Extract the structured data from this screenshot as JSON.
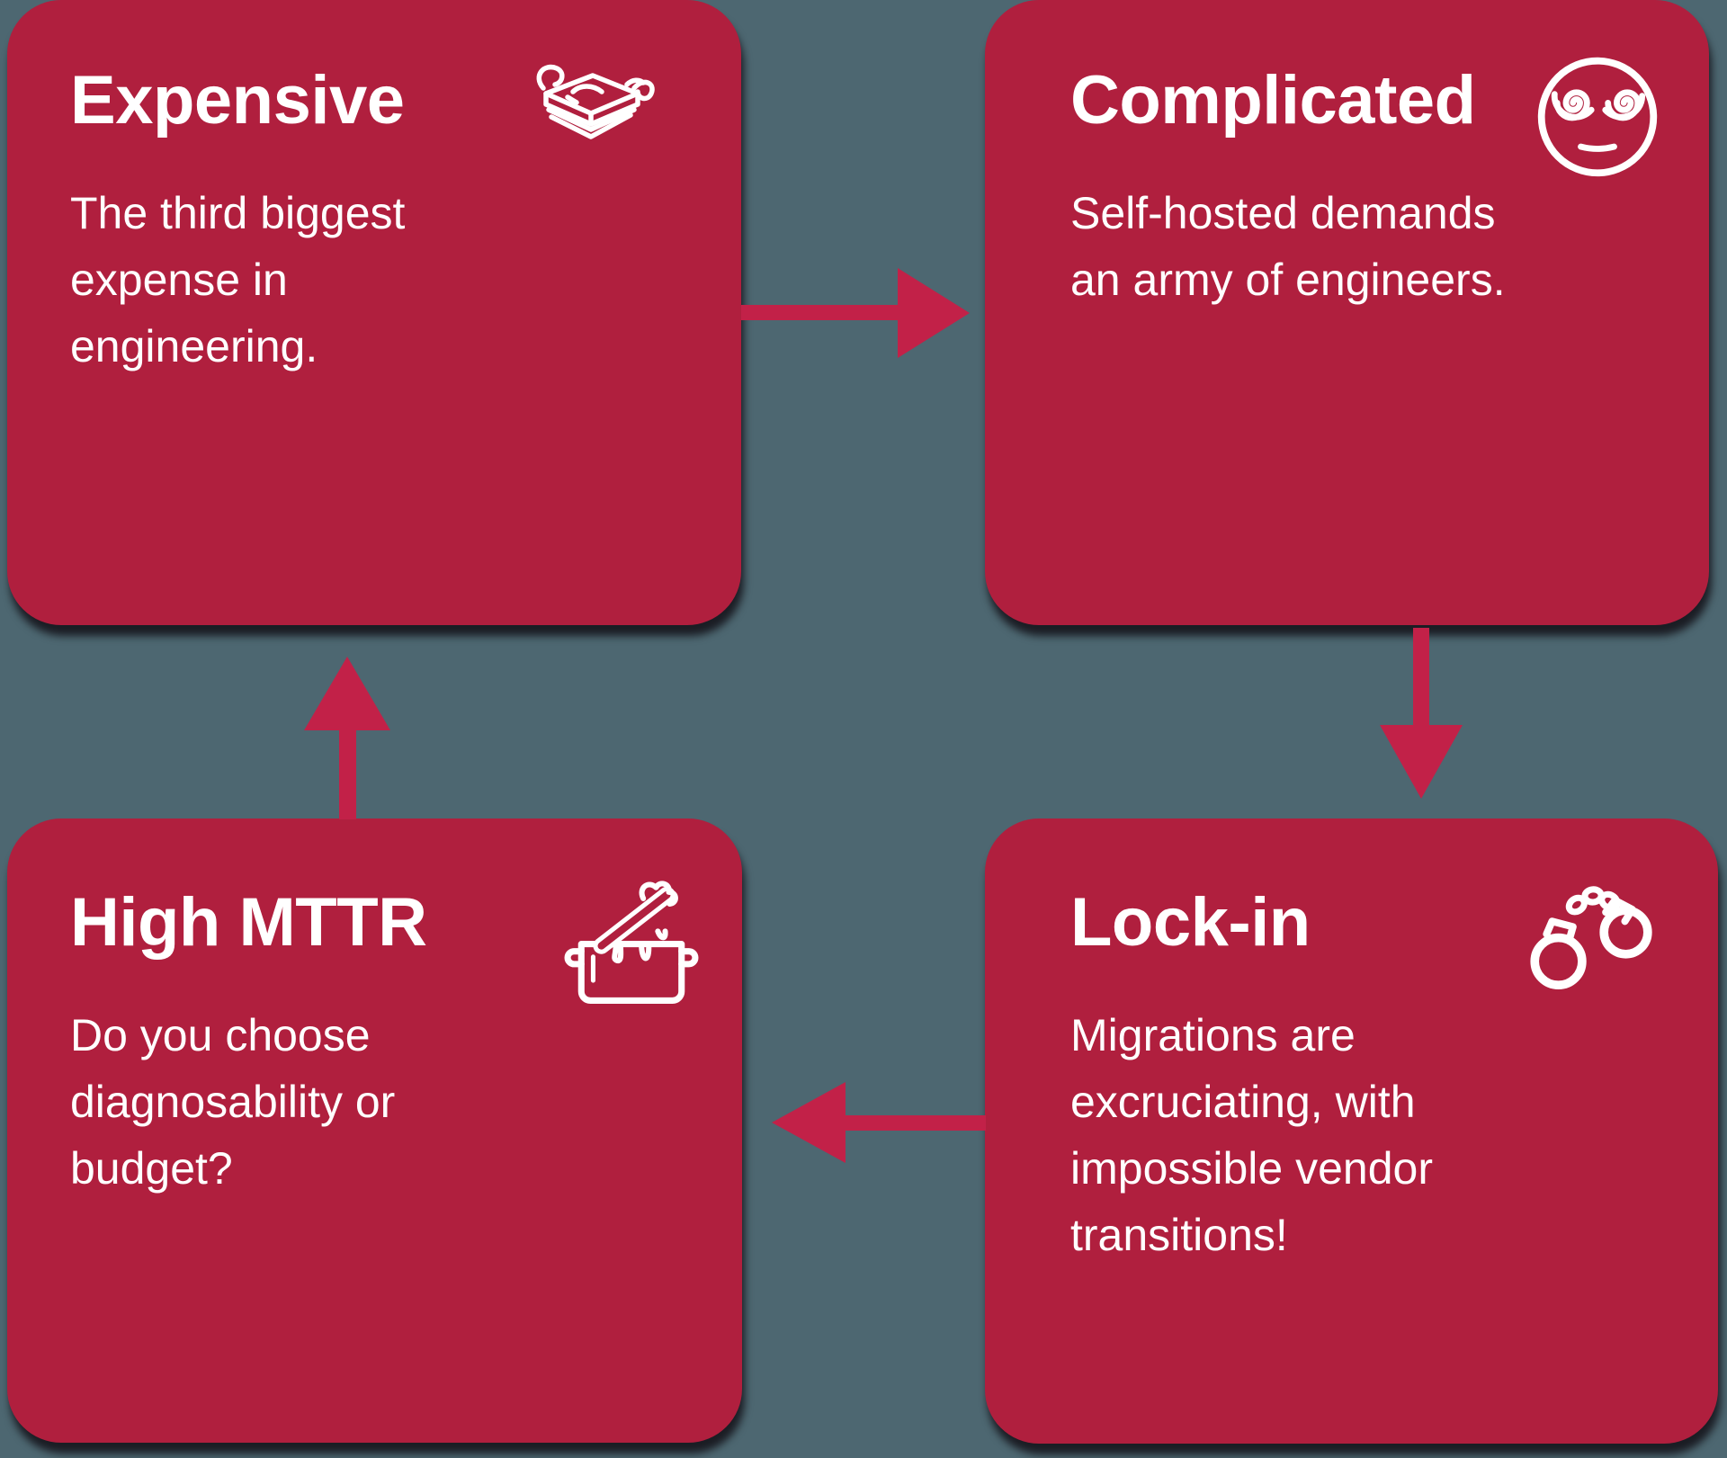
{
  "colors": {
    "background": "#4D6771",
    "card": "#B01F3E",
    "arrow": "#C22148",
    "text": "#FFFFFF"
  },
  "cards": {
    "expensive": {
      "title": "Expensive",
      "body": "The third biggest\nexpense in\nengineering.",
      "icon": "money-stack-icon"
    },
    "complicated": {
      "title": "Complicated",
      "body": "Self-hosted demands\nan army of engineers.",
      "icon": "dizzy-face-icon"
    },
    "high_mttr": {
      "title": "High MTTR",
      "body": "Do you choose\ndiagnosability or\nbudget?",
      "icon": "overflowing-pot-icon"
    },
    "lock_in": {
      "title": "Lock-in",
      "body": "Migrations are\nexcruciating, with\nimpossible vendor\ntransitions!",
      "icon": "handcuffs-icon"
    }
  },
  "flow": [
    {
      "from": "Expensive",
      "to": "Complicated",
      "direction": "right"
    },
    {
      "from": "Complicated",
      "to": "Lock-in",
      "direction": "down"
    },
    {
      "from": "Lock-in",
      "to": "High MTTR",
      "direction": "left"
    },
    {
      "from": "High MTTR",
      "to": "Expensive",
      "direction": "up"
    }
  ]
}
